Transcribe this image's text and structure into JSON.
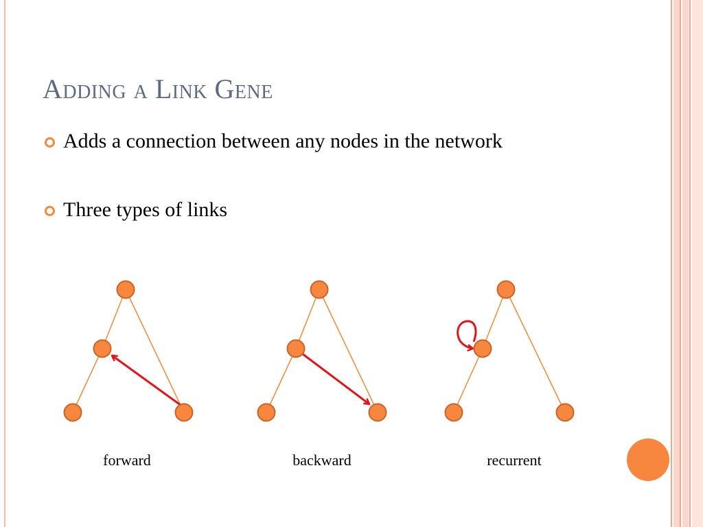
{
  "slide": {
    "title": "Adding a Link Gene",
    "bullets": [
      "Adds a connection between any nodes in the network",
      "Three types of links"
    ]
  },
  "diagrams": [
    {
      "label": "forward"
    },
    {
      "label": "backward"
    },
    {
      "label": "recurrent"
    }
  ],
  "colors": {
    "title": "#5d6b7d",
    "node_fill": "#f7873f",
    "node_stroke": "#c8642a",
    "edge": "#ee8a3a",
    "link": "#e0151b",
    "accent": "#f7873f"
  }
}
